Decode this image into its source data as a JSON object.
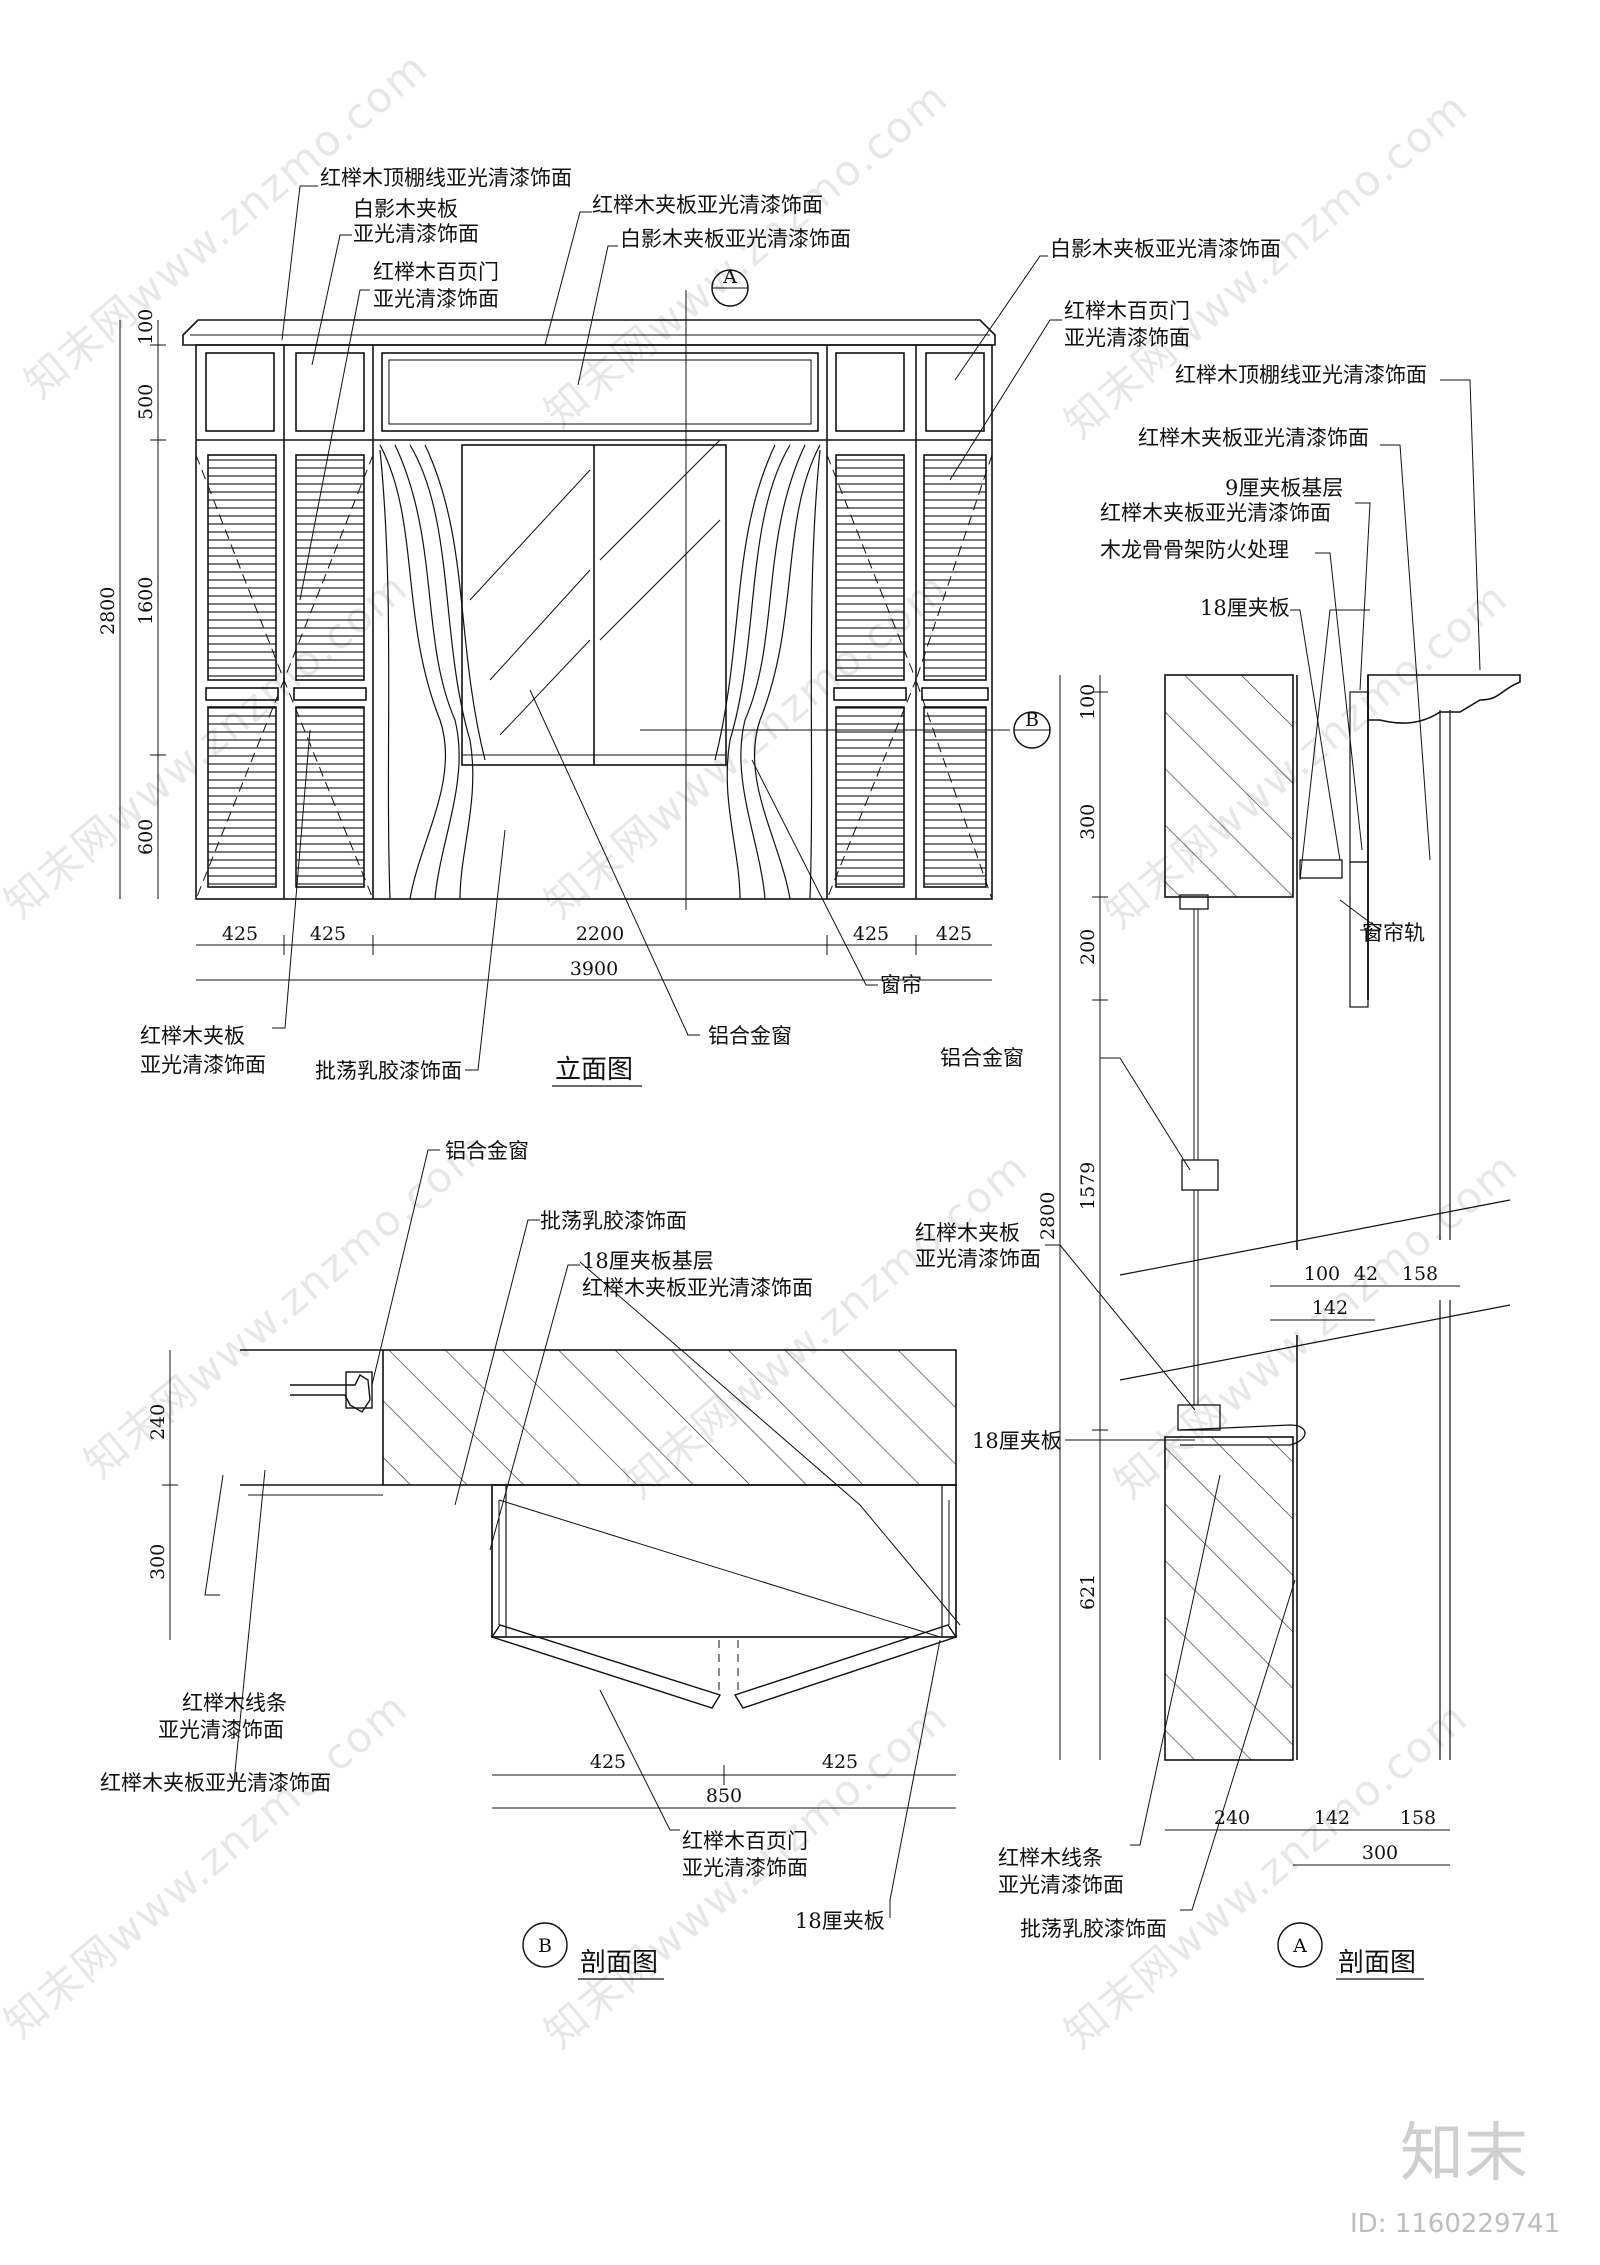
{
  "elevation": {
    "title": "立面图",
    "callout_A": "A",
    "callout_B": "B",
    "labels": {
      "cornice": "红榉木顶棚线亚光清漆饰面",
      "maple_panel_line1": "白影木夹板",
      "maple_panel_line2": "亚光清漆饰面",
      "louver_door_line1": "红榉木百页门",
      "louver_door_line2": "亚光清漆饰面",
      "beech_panel_top": "红榉木夹板亚光清漆饰面",
      "maple_panel_top": "白影木夹板亚光清漆饰面",
      "maple_panel_right": "白影木夹板亚光清漆饰面",
      "louver_right_line1": "红榉木百页门",
      "louver_right_line2": "亚光清漆饰面",
      "beech_left_line1": "红榉木夹板",
      "beech_left_line2": "亚光清漆饰面",
      "latex_paint": "批荡乳胶漆饰面",
      "aluminum_window": "铝合金窗",
      "curtain": "窗帘"
    },
    "dims_vertical": [
      "100",
      "500",
      "1600",
      "600",
      "2800"
    ],
    "dims_horizontal": [
      "425",
      "425",
      "2200",
      "425",
      "425"
    ],
    "dim_total": "3900"
  },
  "section_a": {
    "title": "剖面图",
    "callout": "A",
    "labels": {
      "cornice": "红榉木顶棚线亚光清漆饰面",
      "beech_panel": "红榉木夹板亚光清漆饰面",
      "base_line1": "9厘夹板基层",
      "base_line2": "红榉木夹板亚光清漆饰面",
      "keel": "木龙骨骨架防火处理",
      "ply18_top": "18厘夹板",
      "curtain_rail": "窗帘轨",
      "aluminum_window": "铝合金窗",
      "beech_line1": "红榉木夹板",
      "beech_line2": "亚光清漆饰面",
      "ply18_mid": "18厘夹板",
      "strip_line1": "红榉木线条",
      "strip_line2": "亚光清漆饰面",
      "latex_paint": "批荡乳胶漆饰面"
    },
    "dims_vertical": [
      "100",
      "300",
      "200",
      "2800",
      "1579",
      "621"
    ],
    "dims_top": [
      "100",
      "42",
      "158",
      "142"
    ],
    "dims_bottom": [
      "240",
      "142",
      "158",
      "300"
    ]
  },
  "section_b": {
    "title": "剖面图",
    "callout": "B",
    "labels": {
      "aluminum_window": "铝合金窗",
      "latex_paint": "批荡乳胶漆饰面",
      "base_line1": "18厘夹板基层",
      "base_line2": "红榉木夹板亚光清漆饰面",
      "strip_line1": "红榉木线条",
      "strip_line2": "亚光清漆饰面",
      "beech_panel": "红榉木夹板亚光清漆饰面",
      "louver_line1": "红榉木百页门",
      "louver_line2": "亚光清漆饰面",
      "ply18": "18厘夹板"
    },
    "dims_vertical": [
      "240",
      "300"
    ],
    "dims_horizontal": [
      "425",
      "425"
    ],
    "dim_total": "850"
  },
  "watermark": {
    "repeat_text": "知末网www.znzmo.com",
    "brand": "知末",
    "id_text": "ID: 1160229741"
  }
}
